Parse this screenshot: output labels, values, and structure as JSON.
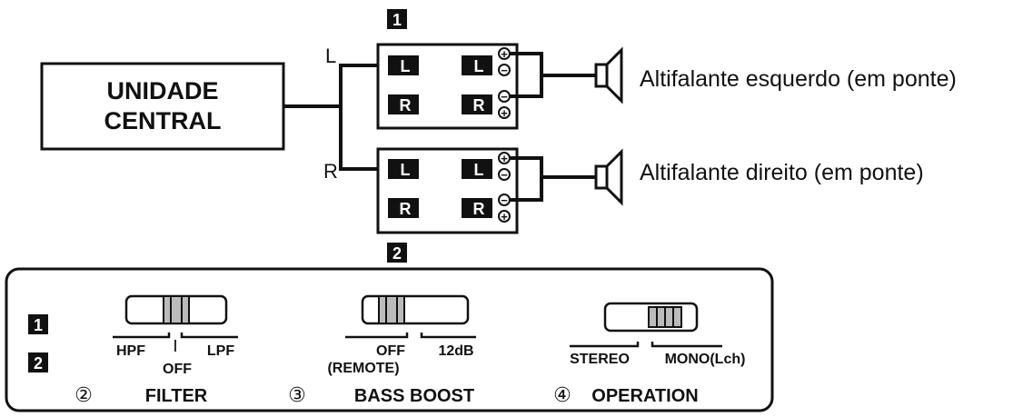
{
  "central_unit": {
    "line1": "UNIDADE",
    "line2": "CENTRAL"
  },
  "channels": {
    "left": "L",
    "right": "R"
  },
  "amp_labels": {
    "amp1": "1",
    "amp2": "2"
  },
  "terminal_labels": {
    "l": "L",
    "r": "R"
  },
  "polarity": {
    "plus": "+",
    "minus": "−"
  },
  "speakers": {
    "left": "Altifalante esquerdo (em ponte)",
    "right": "Altifalante direito (em ponte)"
  },
  "panel": {
    "badges": [
      "1",
      "2"
    ],
    "filter": {
      "number": "②",
      "title": "FILTER",
      "hpf": "HPF",
      "lpf": "LPF",
      "off": "OFF",
      "tick": "|"
    },
    "bass_boost": {
      "number": "③",
      "title": "BASS BOOST",
      "off": "OFF",
      "remote": "(REMOTE)",
      "db12": "12dB"
    },
    "operation": {
      "number": "④",
      "title": "OPERATION",
      "stereo": "STEREO",
      "mono": "MONO(Lch)"
    }
  }
}
